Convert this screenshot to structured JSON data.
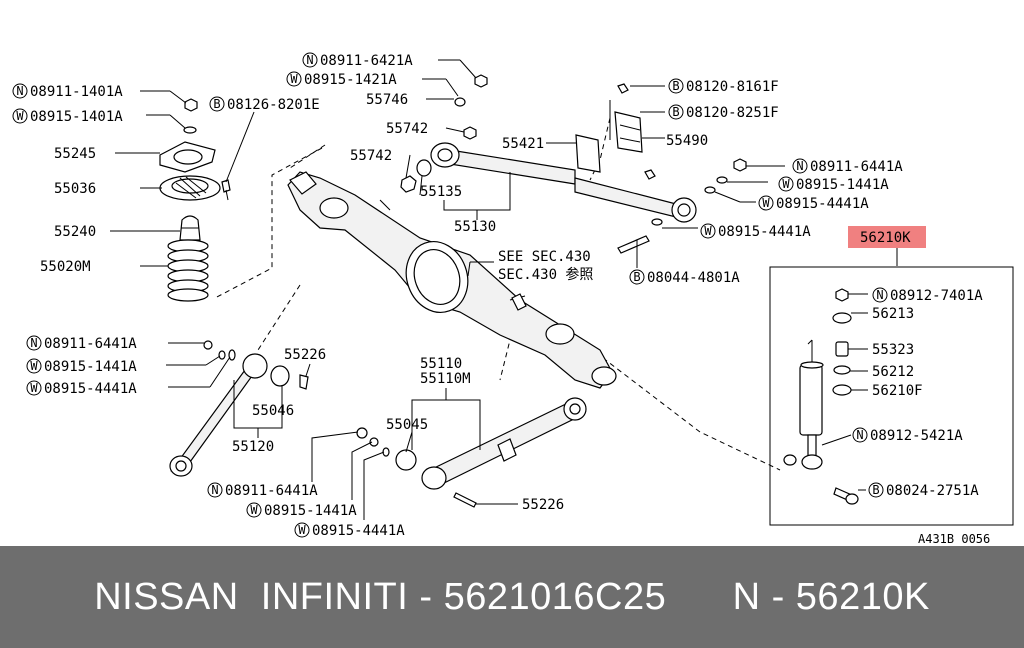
{
  "diagram": {
    "labels": {
      "l1": "08911-6421A",
      "l2": "08915-1421A",
      "l3": "55746",
      "l4": "08120-8161F",
      "l5": "08911-1401A",
      "l6": "08126-8201E",
      "l7": "08915-1401A",
      "l8": "08120-8251F",
      "l9": "55742",
      "l10": "55245",
      "l11": "55421",
      "l12": "55490",
      "l13": "55742",
      "l14": "08911-6441A",
      "l15": "55036",
      "l16": "55135",
      "l17": "08915-1441A",
      "l18": "08915-4441A",
      "l19": "55130",
      "l20": "55240",
      "l21": "08915-4441A",
      "l22": "56210K",
      "l23": "SEE SEC.430",
      "l24": "55020M",
      "l25": "SEC.430 参照",
      "l26": "08044-4801A",
      "l27": "08912-7401A",
      "l28": "56213",
      "l29": "08911-6441A",
      "l30": "55226",
      "l31": "08915-1441A",
      "l32": "55110",
      "l33": "55323",
      "l34": "55110M",
      "l35": "08915-4441A",
      "l36": "56212",
      "l37": "56210F",
      "l38": "55046",
      "l39": "55045",
      "l40": "08912-5421A",
      "l41": "55120",
      "l42": "08911-6441A",
      "l43": "08024-2751A",
      "l44": "55226",
      "l45": "08915-1441A",
      "l46": "08915-4441A",
      "l47": "A431B 0056"
    },
    "highlight_color": "#f08080"
  },
  "banner": {
    "text": "NISSAN  INFINITI - 5621016C25      N - 56210K",
    "background": "#6e6e6e",
    "color": "#ffffff"
  }
}
